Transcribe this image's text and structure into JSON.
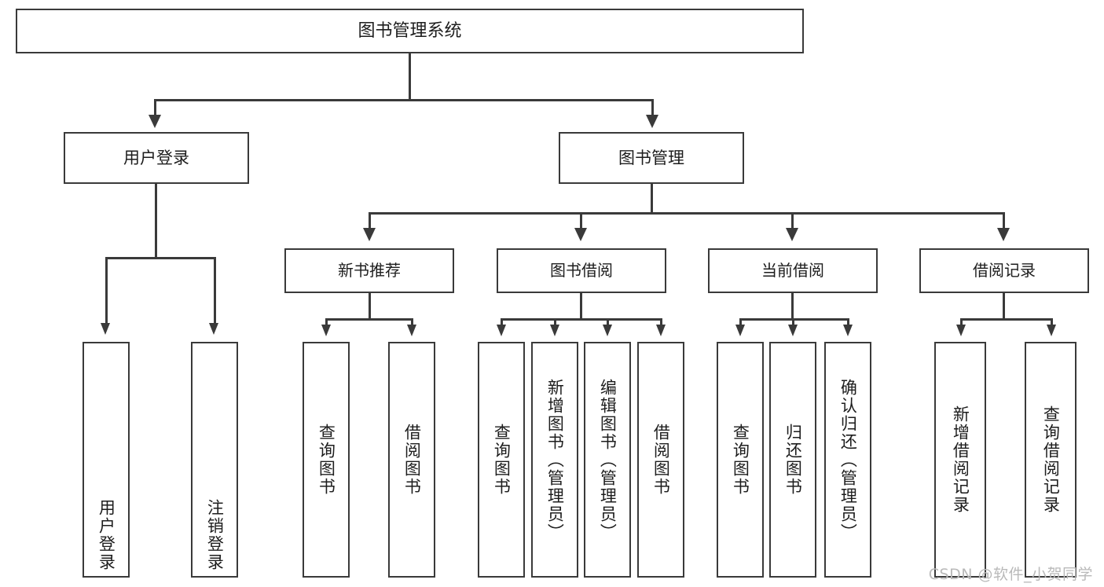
{
  "diagram": {
    "type": "tree-hierarchy-chart",
    "title": "图书管理系统",
    "watermark": "CSDN @软件_小贺同学",
    "colors": {
      "stroke": "#3a3a3a",
      "fill": "#ffffff",
      "text": "#1d1d1d",
      "watermark": "#b9b9b9"
    },
    "nodes": {
      "root": {
        "label": "图书管理系统"
      },
      "level2": [
        {
          "id": "user-login",
          "label": "用户登录"
        },
        {
          "id": "book-management",
          "label": "图书管理"
        }
      ],
      "level3": [
        {
          "id": "new-book-recommend",
          "label": "新书推荐"
        },
        {
          "id": "book-borrow",
          "label": "图书借阅"
        },
        {
          "id": "current-borrow",
          "label": "当前借阅"
        },
        {
          "id": "borrow-record",
          "label": "借阅记录"
        }
      ],
      "leaves": {
        "user_login": [
          {
            "id": "leaf-user-login",
            "label": "用户登录"
          },
          {
            "id": "leaf-logout-login",
            "label": "注销登录"
          }
        ],
        "new_book_recommend": [
          {
            "id": "leaf-query-book-1",
            "label": "查询图书"
          },
          {
            "id": "leaf-borrow-book-1",
            "label": "借阅图书"
          }
        ],
        "book_borrow": [
          {
            "id": "leaf-query-book-2",
            "label": "查询图书"
          },
          {
            "id": "leaf-add-book-admin",
            "label": "新增图书（管理员）"
          },
          {
            "id": "leaf-edit-book-admin",
            "label": "编辑图书（管理员）"
          },
          {
            "id": "leaf-borrow-book-2",
            "label": "借阅图书"
          }
        ],
        "current_borrow": [
          {
            "id": "leaf-query-book-3",
            "label": "查询图书"
          },
          {
            "id": "leaf-return-book",
            "label": "归还图书"
          },
          {
            "id": "leaf-confirm-return-admin",
            "label": "确认归还（管理员）"
          }
        ],
        "borrow_record": [
          {
            "id": "leaf-add-borrow-record",
            "label": "新增借阅记录"
          },
          {
            "id": "leaf-query-borrow-record",
            "label": "查询借阅记录"
          }
        ]
      }
    }
  }
}
